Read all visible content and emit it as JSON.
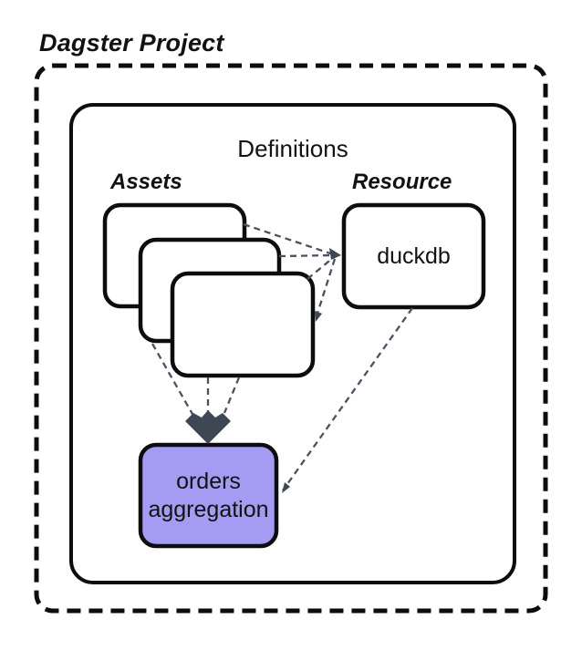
{
  "diagram": {
    "title": "Dagster Project",
    "container": {
      "label": "Definitions"
    },
    "groups": {
      "assets": {
        "label": "Assets",
        "stacked_card_count": 3
      },
      "resource": {
        "label": "Resource"
      }
    },
    "nodes": {
      "duckdb": {
        "label": "duckdb"
      },
      "aggregation": {
        "lines": [
          "orders",
          "aggregation"
        ]
      }
    },
    "edges": [
      {
        "from": "asset-card-1",
        "to": "duckdb",
        "style": "dashed"
      },
      {
        "from": "asset-card-2",
        "to": "duckdb",
        "style": "dashed"
      },
      {
        "from": "asset-card-3",
        "to": "duckdb",
        "style": "dashed"
      },
      {
        "from": "duckdb",
        "to": "asset-card-3",
        "style": "dashed"
      },
      {
        "from": "asset-card-2",
        "to": "orders-aggregation",
        "style": "dashed"
      },
      {
        "from": "asset-card-3",
        "to": "orders-aggregation",
        "style": "dashed"
      },
      {
        "from": "asset-card-3",
        "to": "orders-aggregation",
        "style": "dashed"
      },
      {
        "from": "duckdb",
        "to": "orders-aggregation",
        "style": "dashed"
      }
    ],
    "colors": {
      "border": "#0d0d0d",
      "connector": "#4a5160",
      "arrowhead": "#3f4754",
      "node_fill": "#ffffff",
      "aggregation_fill": "#a49cf2"
    }
  }
}
